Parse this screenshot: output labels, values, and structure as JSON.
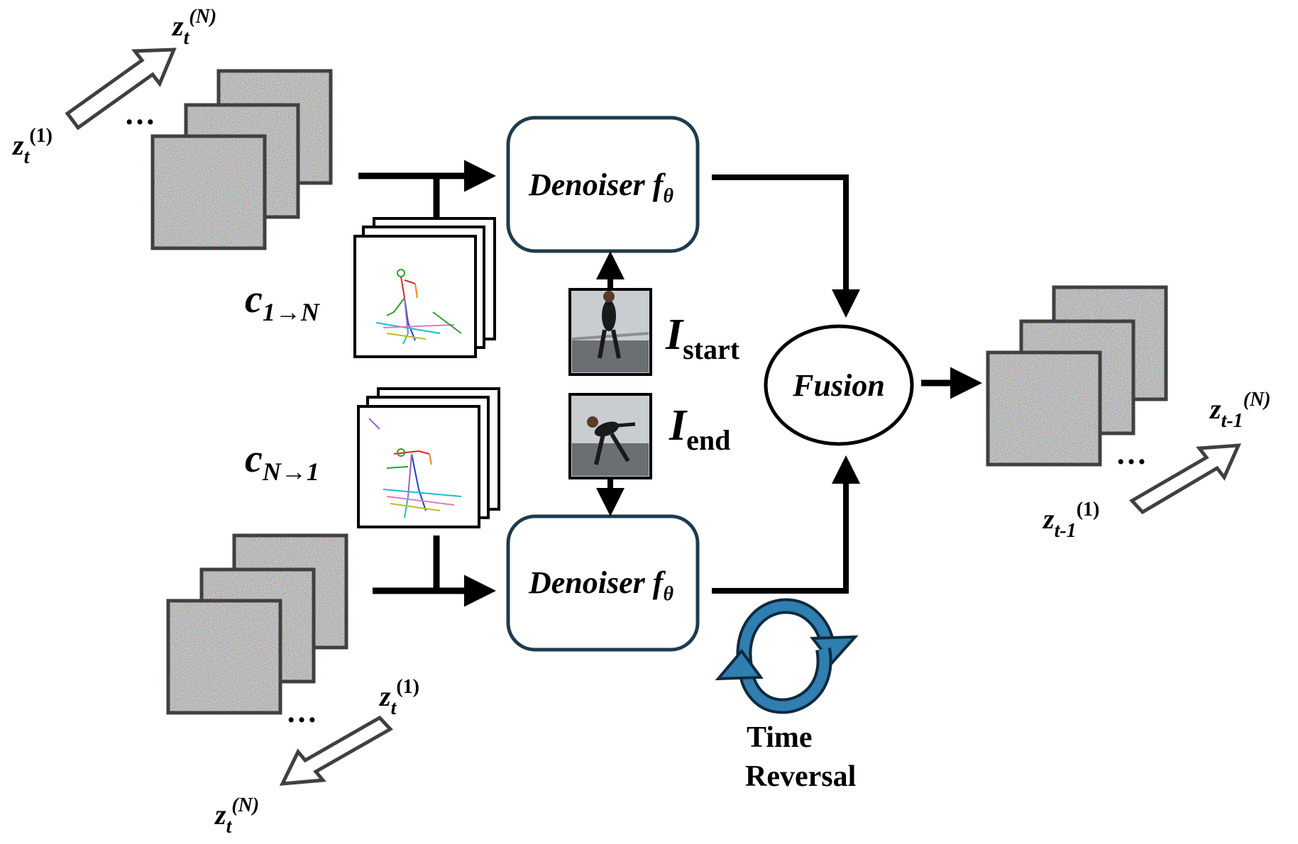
{
  "denoiser_top": {
    "label": "Denoiser ",
    "sub": "θ",
    "func": "f"
  },
  "denoiser_bottom": {
    "label": "Denoiser ",
    "sub": "θ",
    "func": "f"
  },
  "fusion": {
    "label": "Fusion"
  },
  "time_reversal": {
    "line1": "Time",
    "line2": "Reversal"
  },
  "cond_forward": {
    "base": "c",
    "sub": "1→N"
  },
  "cond_backward": {
    "base": "c",
    "sub": "N→1"
  },
  "frame_start": {
    "base": "I",
    "sub": "start"
  },
  "frame_end": {
    "base": "I",
    "sub": "end"
  },
  "latents": {
    "in_top_first": {
      "base": "z",
      "sub": "t",
      "sup": "(1)"
    },
    "in_top_last": {
      "base": "z",
      "sub": "t",
      "sup": "(N)"
    },
    "in_bottom_first": {
      "base": "z",
      "sub": "t",
      "sup": "(1)"
    },
    "in_bottom_last": {
      "base": "z",
      "sub": "t",
      "sup": "(N)"
    },
    "out_first": {
      "base": "z",
      "sub": "t-1",
      "sup": "(1)"
    },
    "out_last": {
      "base": "z",
      "sub": "t-1",
      "sup": "(N)"
    }
  },
  "ellipsis": "…",
  "colors": {
    "box_stroke": "#1f3b4d",
    "arrow": "#000000",
    "cycle": "#1f5f86",
    "noise_border": "#404040"
  }
}
